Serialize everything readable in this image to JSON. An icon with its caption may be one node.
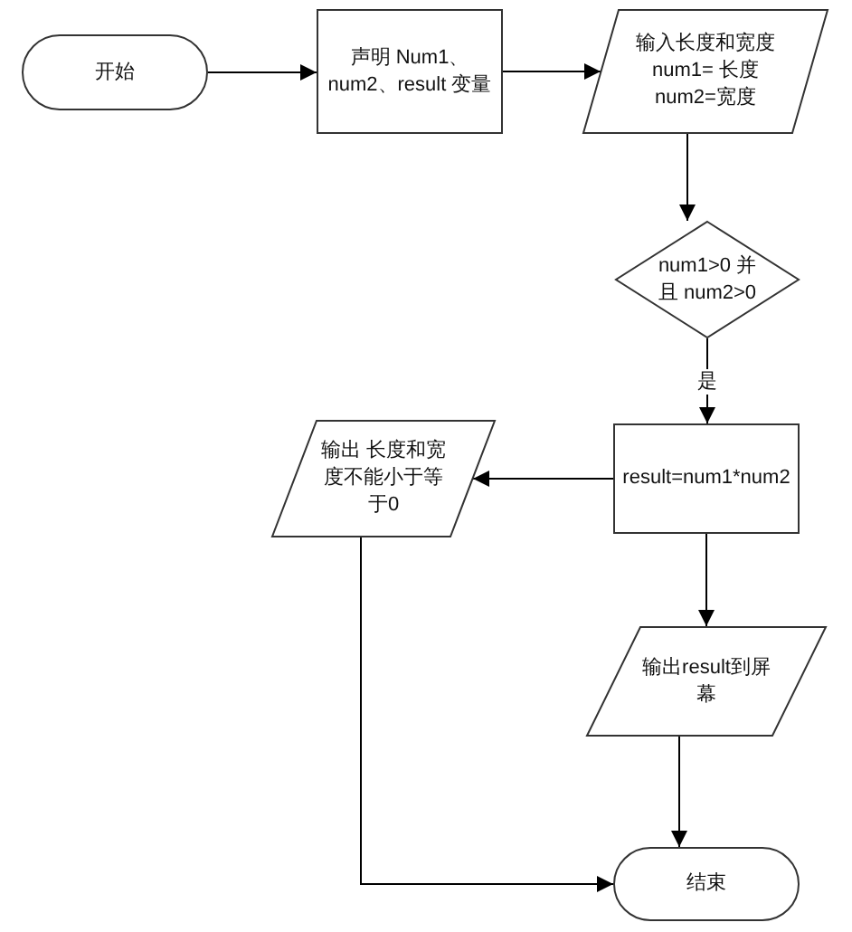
{
  "diagram": {
    "nodes": [
      {
        "text": [
          "开始"
        ]
      },
      {
        "text": [
          "声明 Num1、num2、result 变量"
        ]
      },
      {
        "text": [
          "输入长度和宽度 num1= 长度 num2=宽度"
        ]
      },
      {
        "text": [
          "num1>0 并且 num2>0"
        ]
      },
      {
        "text": [
          "result=num1*num2"
        ]
      },
      {
        "text": [
          "输出 长度和宽度不能小于等于0"
        ]
      },
      {
        "text": [
          "输出result到屏幕"
        ]
      },
      {
        "text": [
          "结束"
        ]
      }
    ],
    "edges": [
      {
        "from": 0,
        "to": 1,
        "arrow": "to"
      },
      {
        "from": 1,
        "to": 2,
        "arrow": "to"
      },
      {
        "from": 2,
        "to": 3,
        "arrow": "to"
      },
      {
        "from": 3,
        "to": 4,
        "arrow": "to",
        "label": "是"
      },
      {
        "from": 4,
        "to": 5,
        "arrow": "to"
      },
      {
        "from": 4,
        "to": 6,
        "arrow": "to"
      },
      {
        "from": 6,
        "to": 7,
        "arrow": "to"
      },
      {
        "from": 5,
        "to": 7,
        "arrow": "to"
      }
    ]
  }
}
